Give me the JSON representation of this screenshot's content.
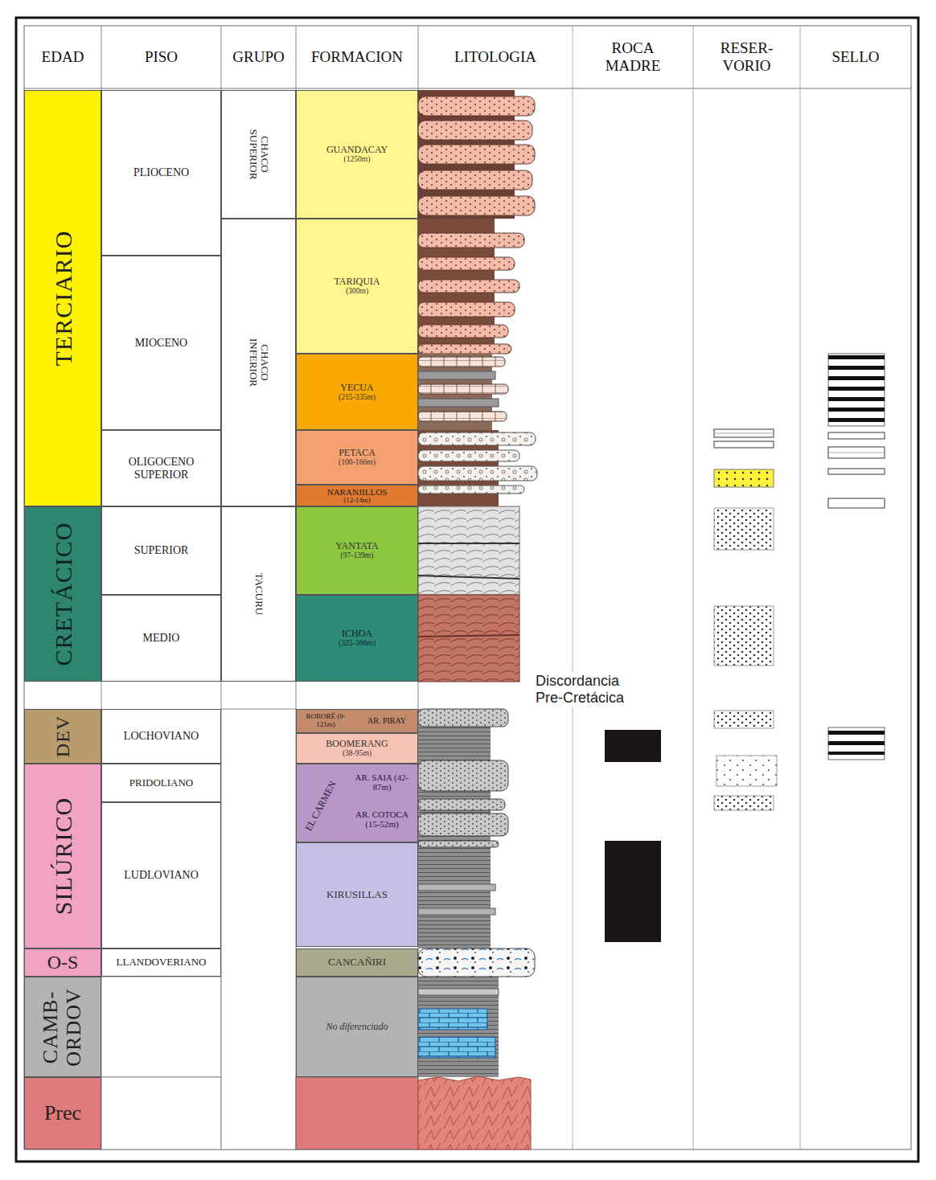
{
  "diagram": {
    "nodes": [
      {
        "text": [
          "TERCIARIO"
        ]
      },
      {
        "text": [
          "PLIOCENO"
        ]
      },
      {
        "text": [
          "CHACO SUPERIOR"
        ]
      },
      {
        "text": [
          "GUANDACAY",
          "(1250m)"
        ]
      },
      {
        "text": [
          "TARIQUIA",
          "(300m)"
        ]
      },
      {
        "text": [
          "MIOCENO"
        ]
      },
      {
        "text": [
          "CHACO INFERIOR"
        ]
      },
      {
        "text": [
          "YECUA",
          "(215-335m)"
        ]
      },
      {
        "text": [
          "OLIGOCENO SUPERIOR"
        ]
      },
      {
        "text": [
          "PETACA",
          "(100-166m)"
        ]
      },
      {
        "text": [
          "NARANJILLOS",
          "(12-14m)"
        ]
      },
      {
        "text": [
          "CRETÁCICO"
        ]
      },
      {
        "text": [
          "SUPERIOR"
        ]
      },
      {
        "text": [
          "TACURU"
        ]
      },
      {
        "text": [
          "YANTATA",
          "(97-139m)"
        ]
      },
      {
        "text": [
          "MEDIO"
        ]
      },
      {
        "text": [
          "ICHOA",
          "(325-366m)"
        ]
      },
      {
        "text": [
          "DEV"
        ]
      },
      {
        "text": [
          "LOCHOVIANO"
        ]
      },
      {
        "text": [
          "ROBORÉ (0-121m)",
          "AR. PIRAY"
        ]
      },
      {
        "text": [
          "BOOMERANG",
          "(38-95m)"
        ]
      },
      {
        "text": [
          "SILÚRICO"
        ]
      },
      {
        "text": [
          "PRIDOLIANO"
        ]
      },
      {
        "text": [
          "EL CARMEN",
          "AR. SAIA (42-87m)",
          "AR. COTOCA (15-52m)"
        ]
      },
      {
        "text": [
          "LUDLOVIANO"
        ]
      },
      {
        "text": [
          "KIRUSILLAS"
        ]
      },
      {
        "text": [
          "O-S"
        ]
      },
      {
        "text": [
          "LLANDOVERIANO"
        ]
      },
      {
        "text": [
          "CANCAÑIRI"
        ]
      },
      {
        "text": [
          "CAMB- ORDOV"
        ]
      },
      {
        "text": [
          "No diferenciado"
        ]
      },
      {
        "text": [
          "Prec"
        ]
      }
    ],
    "labels": [
      "EDAD",
      "PISO",
      "GRUPO",
      "FORMACION",
      "LITOLOGIA",
      "ROCA MADRE",
      "RESER- VORIO",
      "SELLO",
      "Discordancia Pre-Cretácica"
    ]
  }
}
